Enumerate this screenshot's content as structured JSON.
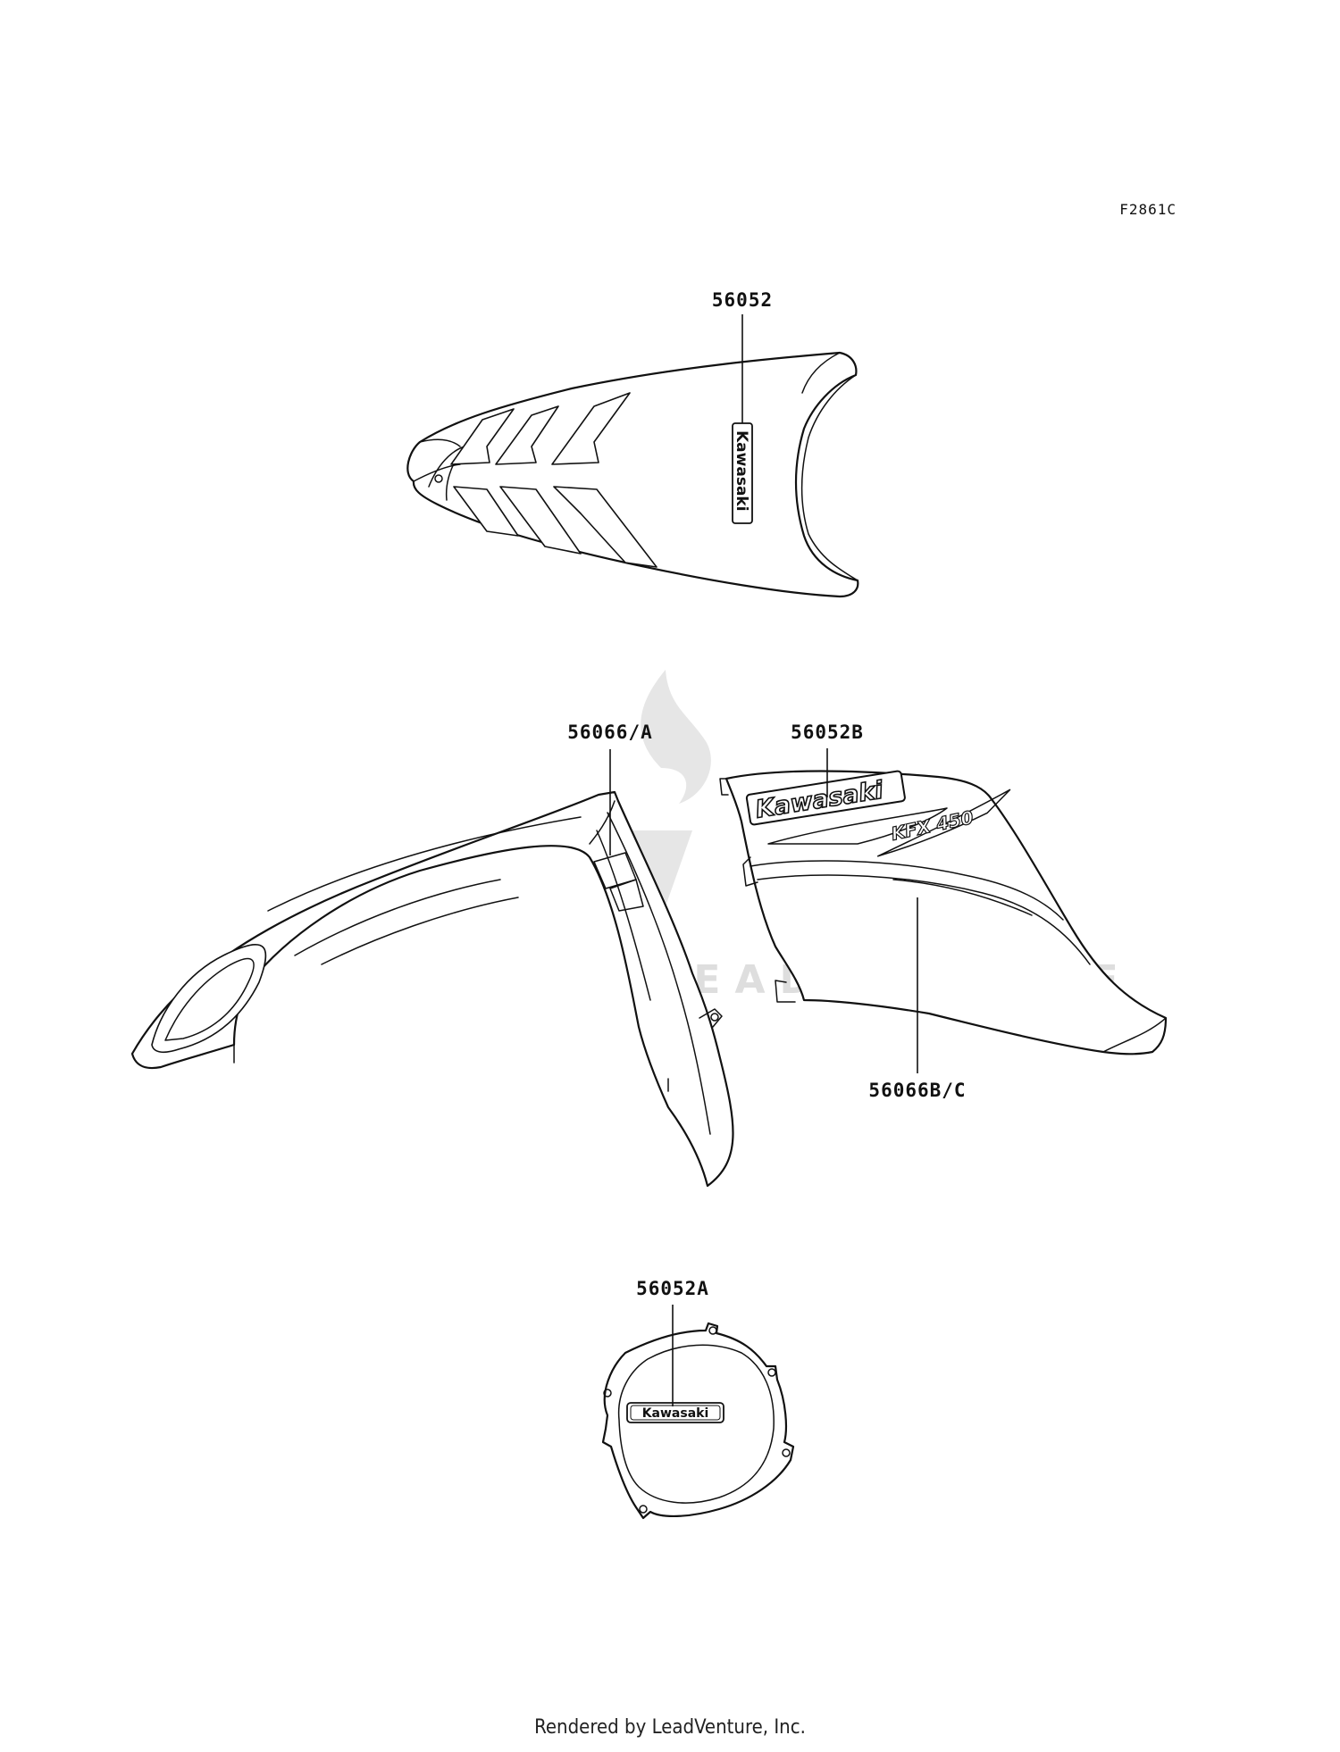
{
  "figure_code": "F2861C",
  "labels": {
    "p56052": "56052",
    "p56066a": "56066/A",
    "p56052b": "56052B",
    "p56066bc": "56066B/C",
    "p56052a": "56052A"
  },
  "decal_text": {
    "seat_logo": "Kawasaki",
    "tank_logo": "Kawasaki",
    "tank_model": "KFX 450",
    "cover_logo": "Kawasaki"
  },
  "watermark": "LEADVENTURE",
  "footer": "Rendered by LeadVenture, Inc."
}
